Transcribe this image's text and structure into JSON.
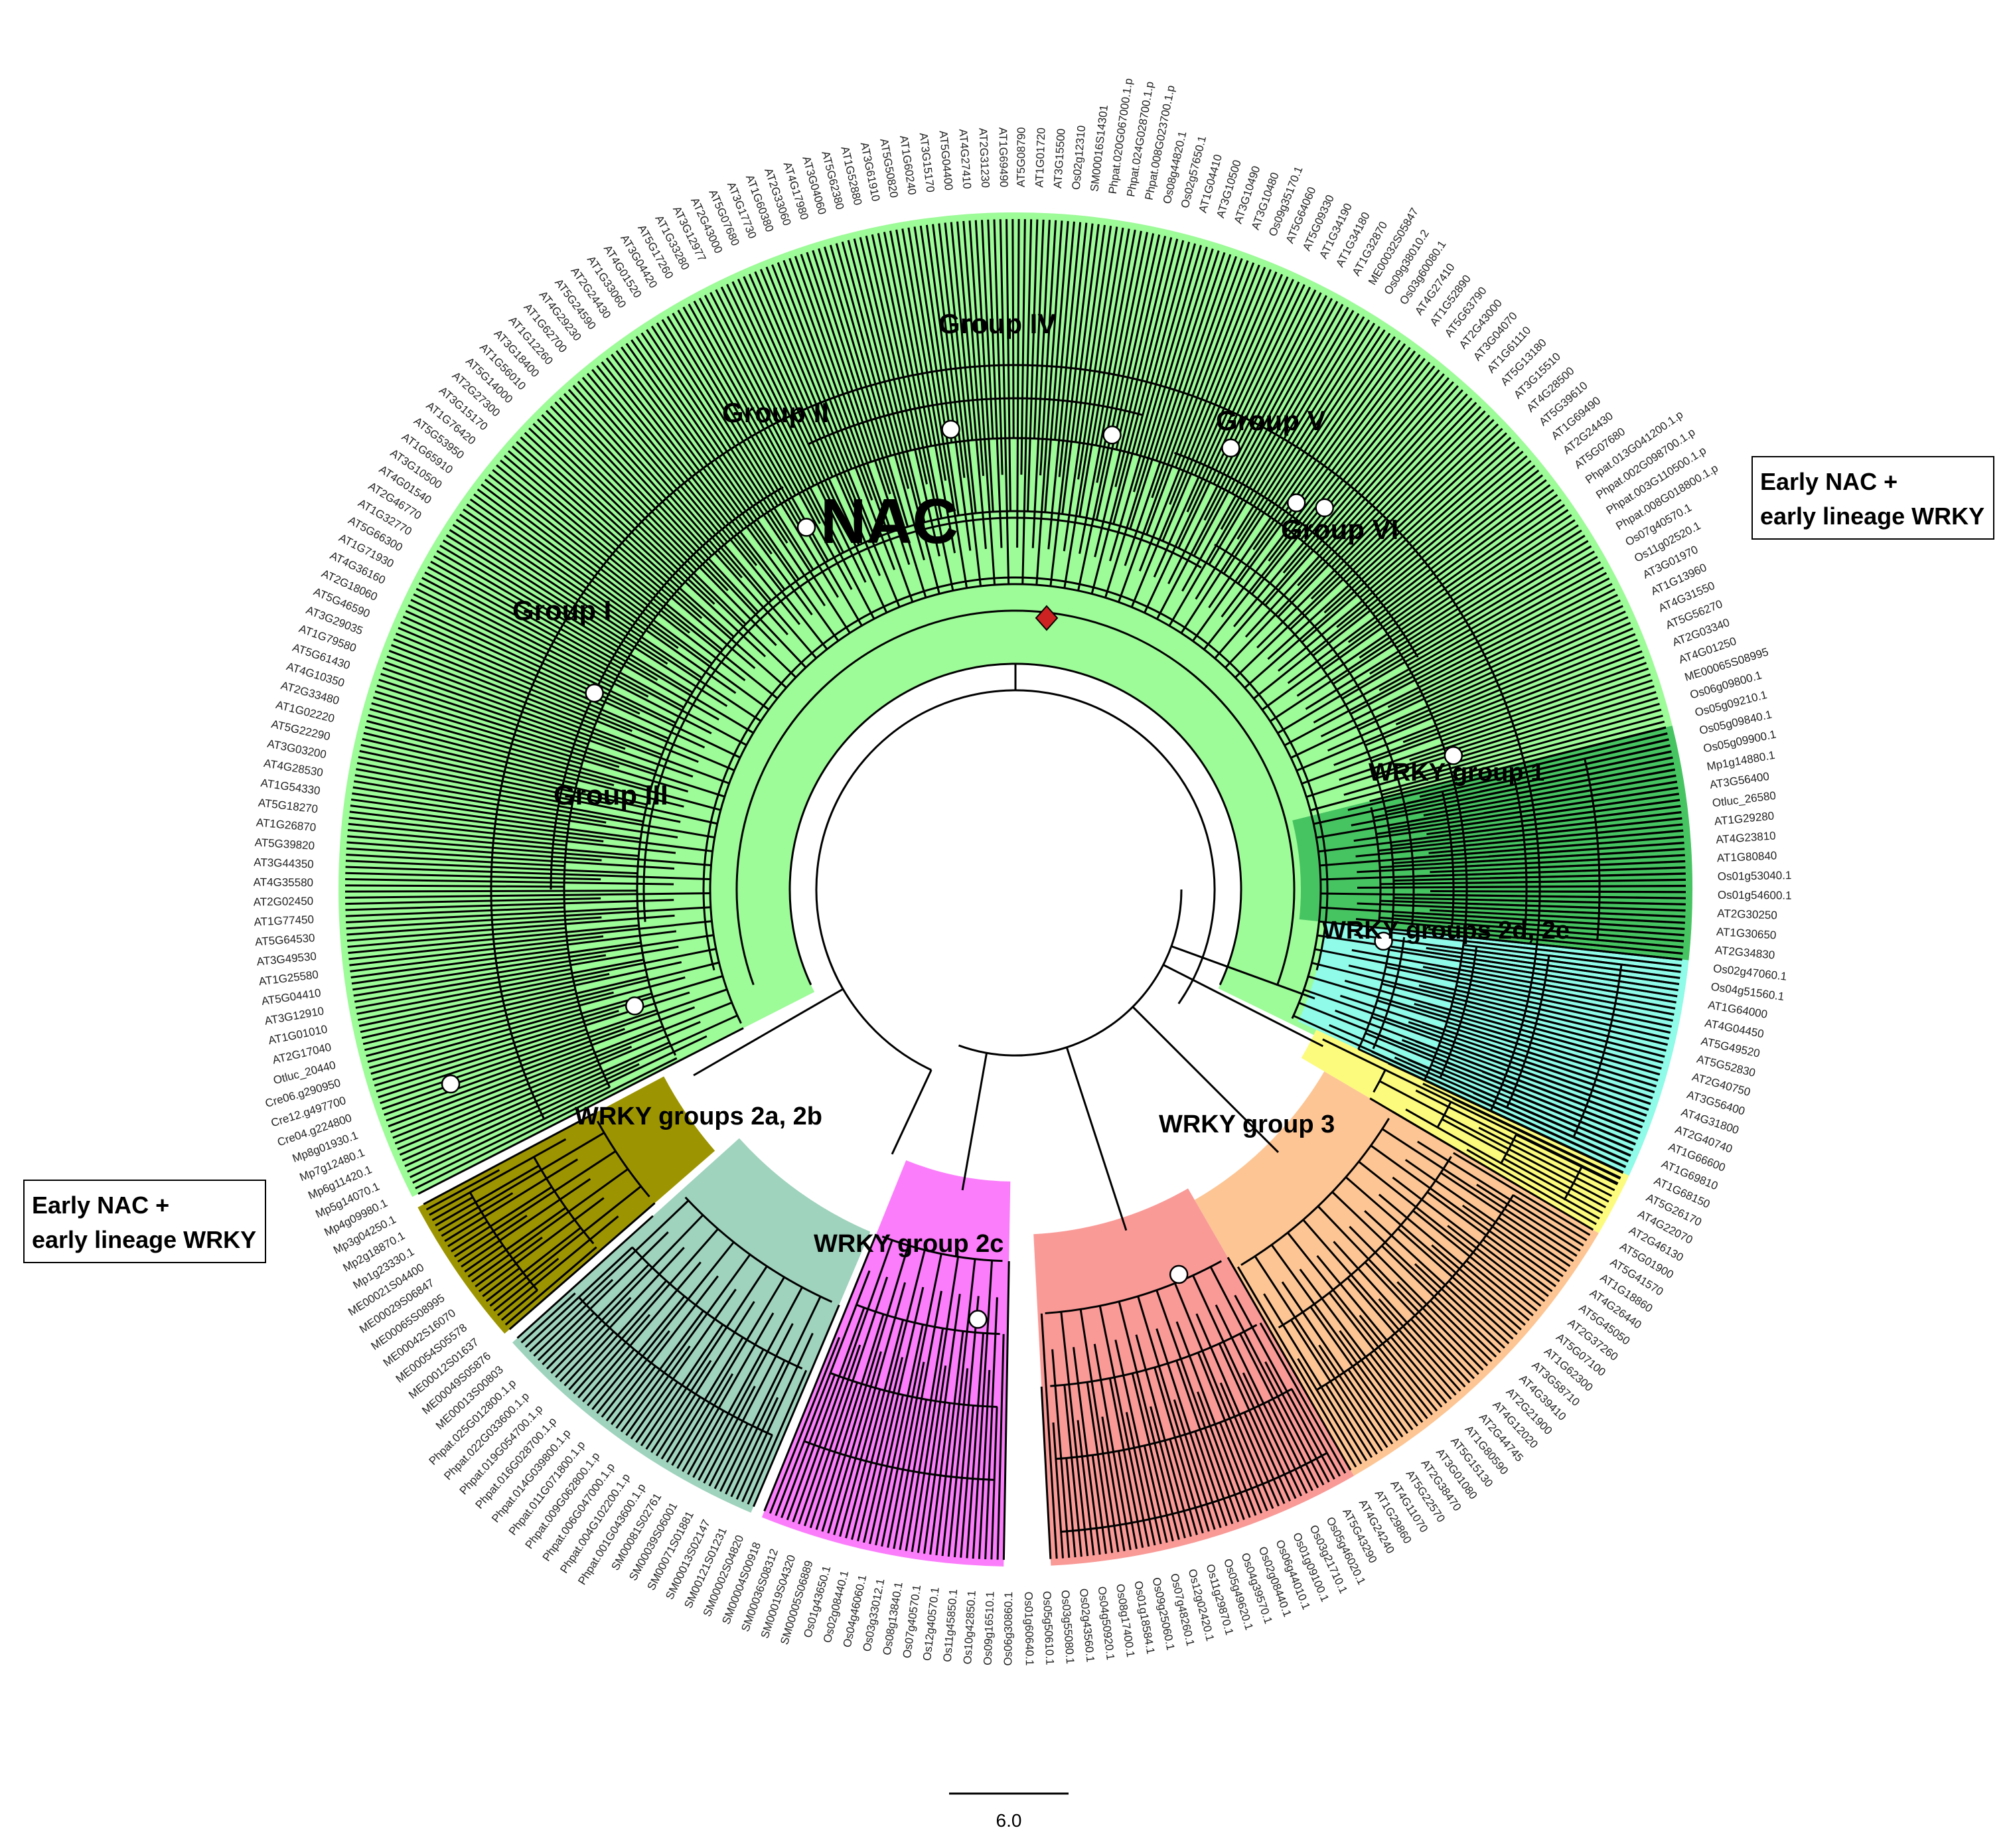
{
  "title_nac": "NAC",
  "clades": [
    {
      "key": "nac_main",
      "color": "#9dfb98"
    },
    {
      "key": "early_nac_upper",
      "color": "#47c462"
    },
    {
      "key": "wrky_g1",
      "color": "#8ffbe8",
      "label": "WRKY group 1"
    },
    {
      "key": "wrky_yellow",
      "color": "#fcfb7d"
    },
    {
      "key": "wrky_2d2e",
      "color": "#fdc594",
      "label": "WRKY groups 2d, 2e"
    },
    {
      "key": "wrky_g3",
      "color": "#f99a97",
      "label": "WRKY group 3"
    },
    {
      "key": "wrky_2c",
      "color": "#fb7dfb",
      "label": "WRKY group 2c"
    },
    {
      "key": "wrky_2a2b",
      "color": "#9fd3bd",
      "label": "WRKY groups 2a, 2b"
    },
    {
      "key": "early_nac_lower",
      "color": "#9c9400"
    }
  ],
  "nac_groups": [
    "Group I",
    "Group II",
    "Group III",
    "Group IV",
    "Group V",
    "Group VI"
  ],
  "callouts": [
    {
      "key": "upper_right",
      "line1": "Early NAC +",
      "line2": "early lineage WRKY"
    },
    {
      "key": "lower_left",
      "line1": "Early NAC +",
      "line2": "early lineage WRKY"
    }
  ],
  "scale_bar": {
    "label": "6.0"
  },
  "root_marker_color": "#cc2222",
  "leaf_labels": [
    "AT1G01720",
    "AT3G15500",
    "Os02g12310",
    "SM00016S14301",
    "Phpat.020G067000.1.p",
    "Phpat.024G028700.1.p",
    "Phpat.008G023700.1.p",
    "Os08g44820.1",
    "Os02g57650.1",
    "AT1G04410",
    "AT3G10500",
    "AT3G10490",
    "AT3G10480",
    "Os09g35170.1",
    "AT5G64060",
    "AT5G09330",
    "AT1G34190",
    "AT1G34180",
    "AT1G32870",
    "ME00032S05847",
    "Os09g38010.2",
    "Os03g60080.1",
    "AT4G27410",
    "AT1G52890",
    "AT5G63790",
    "AT2G43000",
    "AT3G04070",
    "AT1G61110",
    "AT5G13180",
    "AT3G15510",
    "AT4G28500",
    "AT5G39610",
    "AT1G69490",
    "AT2G24430",
    "AT5G07680",
    "Phpat.013G041200.1.p",
    "Phpat.002G098700.1.p",
    "Phpat.003G110500.1.p",
    "Phpat.008G018800.1.p",
    "Os07g40570.1",
    "Os11g02520.1",
    "AT3G01970",
    "AT1G13960",
    "AT4G31550",
    "AT5G56270",
    "AT2G03340",
    "AT4G01250",
    "ME00065S08995",
    "Os06g09800.1",
    "Os05g09210.1",
    "Os05g09840.1",
    "Os05g09900.1",
    "Mp1g14880.1",
    "AT3G56400",
    "Otluc_26580",
    "AT1G29280",
    "AT4G23810",
    "AT1G80840",
    "Os01g53040.1",
    "Os01g54600.1",
    "AT2G30250",
    "AT1G30650",
    "AT2G34830",
    "Os02g47060.1",
    "Os04g51560.1",
    "AT1G64000",
    "AT4G04450",
    "AT5G49520",
    "AT5G52830",
    "AT2G40750",
    "AT3G56400",
    "AT4G31800",
    "AT2G40740",
    "AT1G66600",
    "AT1G69810",
    "AT1G68150",
    "AT5G26170",
    "AT4G22070",
    "AT2G46130",
    "AT5G01900",
    "AT5G41570",
    "AT1G18860",
    "AT4G26440",
    "AT5G45050",
    "AT2G37260",
    "AT5G07100",
    "AT1G62300",
    "AT3G58710",
    "AT4G39410",
    "AT2G21900",
    "AT4G12020",
    "AT2G44745",
    "AT1G80590",
    "AT5G15130",
    "AT3G01080",
    "AT2G38470",
    "AT5G22570",
    "AT4G11070",
    "AT1G29860",
    "AT4G24240",
    "AT5G43290",
    "Os05g46020.1",
    "Os03g21710.1",
    "Os01g09100.1",
    "Os06g44010.1",
    "Os02g08440.1",
    "Os04g39570.1",
    "Os05g49620.1",
    "Os11g29870.1",
    "Os12g02420.1",
    "Os07g48260.1",
    "Os09g25060.1",
    "Os01g18584.1",
    "Os08g17400.1",
    "Os04g50920.1",
    "Os02g43560.1",
    "Os03g55080.1",
    "Os05g50610.1",
    "Os01g60640.1",
    "Os06g30860.1",
    "Os09g16510.1",
    "Os10g42850.1",
    "Os11g45850.1",
    "Os12g40570.1",
    "Os07g40570.1",
    "Os08g13840.1",
    "Os03g33012.1",
    "Os04g46060.1",
    "Os02g08440.1",
    "Os01g43650.1",
    "SM00005S06889",
    "SM00019S04320",
    "SM00036S08312",
    "SM00004S00918",
    "SM00002S04820",
    "SM00121S01231",
    "SM00013S02147",
    "SM00071S01881",
    "SM00039S06001",
    "SM00081S02761",
    "Phpat.001G043600.1.p",
    "Phpat.004G102200.1.p",
    "Phpat.006G047000.1.p",
    "Phpat.009G062800.1.p",
    "Phpat.011G071800.1.p",
    "Phpat.014G039800.1.p",
    "Phpat.016G028700.1.p",
    "Phpat.019G054700.1.p",
    "Phpat.022G033600.1.p",
    "Phpat.025G012800.1.p",
    "ME00013S00803",
    "ME00049S05876",
    "ME00012S01637",
    "ME00054S05578",
    "ME00042S16070",
    "ME00065S08995",
    "ME00029S06847",
    "ME00021S04400",
    "Mp1g23330.1",
    "Mp2g18870.1",
    "Mp3g04250.1",
    "Mp4g09980.1",
    "Mp5g14070.1",
    "Mp6g11420.1",
    "Mp7g12480.1",
    "Mp8g01930.1",
    "Cre04.g224800",
    "Cre12.g497700",
    "Cre06.g290950",
    "Otluc_20440",
    "AT2G17040",
    "AT1G01010",
    "AT3G12910",
    "AT5G04410",
    "AT1G25580",
    "AT3G49530",
    "AT5G64530",
    "AT1G77450",
    "AT2G02450",
    "AT4G35580",
    "AT3G44350",
    "AT5G39820",
    "AT1G26870",
    "AT5G18270",
    "AT1G54330",
    "AT4G28530",
    "AT3G03200",
    "AT5G22290",
    "AT1G02220",
    "AT2G33480",
    "AT4G10350",
    "AT5G61430",
    "AT1G79580",
    "AT3G29035",
    "AT5G46590",
    "AT2G18060",
    "AT4G36160",
    "AT1G71930",
    "AT5G66300",
    "AT1G32770",
    "AT2G46770",
    "AT4G01540",
    "AT3G10500",
    "AT1G65910",
    "AT5G53950",
    "AT1G76420",
    "AT3G15170",
    "AT2G27300",
    "AT5G14000",
    "AT1G56010",
    "AT3G18400",
    "AT1G12260",
    "AT1G62700",
    "AT4G29230",
    "AT5G24590",
    "AT2G24430",
    "AT1G33060",
    "AT4G01520",
    "AT3G04420",
    "AT5G17260",
    "AT1G33280",
    "AT3G12977",
    "AT2G43000",
    "AT5G07680",
    "AT3G17730",
    "AT1G60380",
    "AT2G33060",
    "AT4G17980",
    "AT3G04060",
    "AT5G62380",
    "AT1G52880",
    "AT3G61910",
    "AT5G50820",
    "AT1G60240",
    "AT3G15170",
    "AT5G04400",
    "AT4G27410",
    "AT2G31230",
    "AT1G69490",
    "AT5G08790"
  ]
}
